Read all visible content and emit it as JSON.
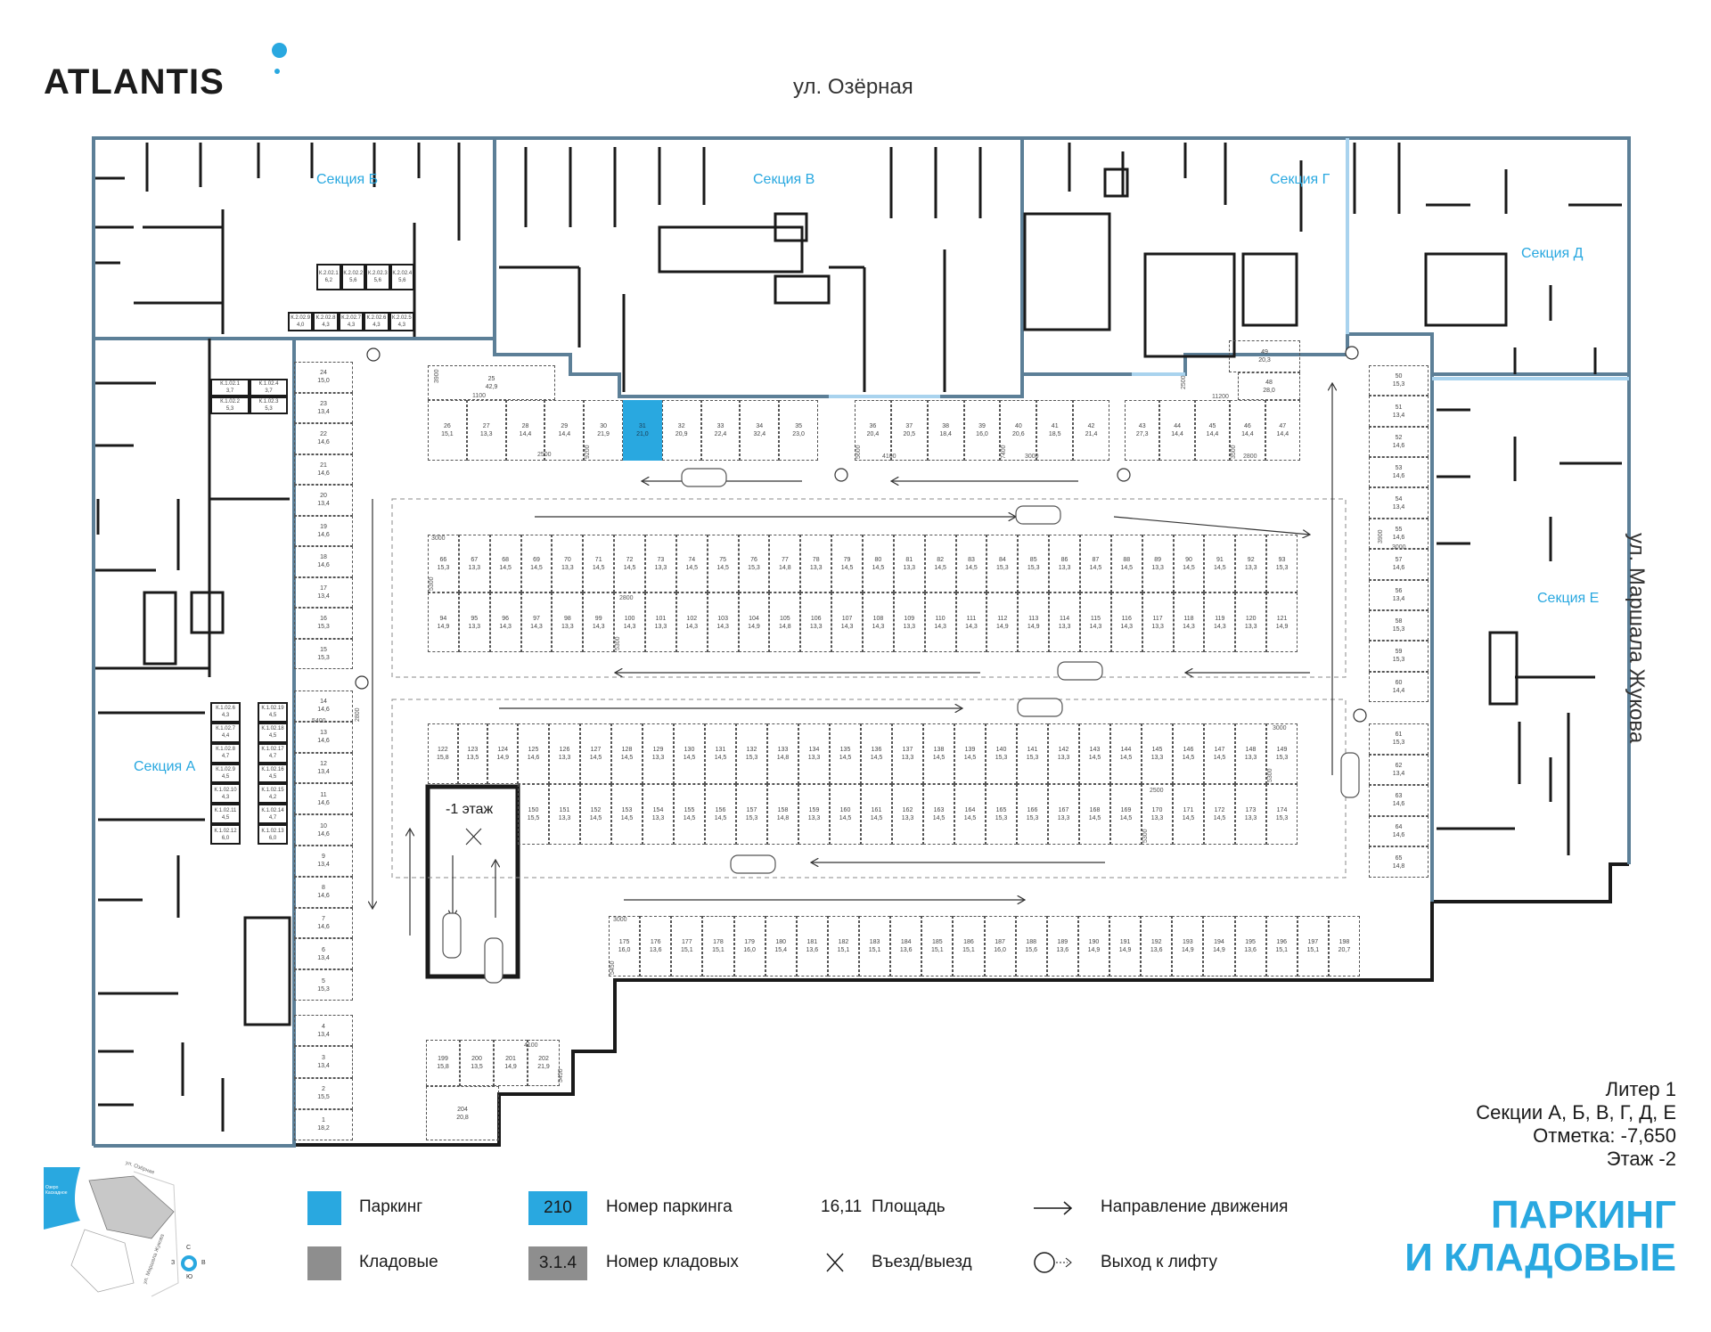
{
  "logo": "ATLANTIS",
  "streets": {
    "north": "ул. Озёрная",
    "east": "ул. Маршала Жукова"
  },
  "sections": [
    "Секция Б",
    "Секция В",
    "Секция Г",
    "Секция Д",
    "Секция Е",
    "Секция А"
  ],
  "ramp_label": "-1 этаж",
  "highlighted_spot": "31",
  "parking": {
    "top_row": [
      [
        "26",
        "15,1"
      ],
      [
        "27",
        "13,3"
      ],
      [
        "28",
        "14,4"
      ],
      [
        "29",
        "14,4"
      ],
      [
        "30",
        "21,9"
      ],
      [
        "31",
        "21,0"
      ],
      [
        "32",
        "20,9"
      ],
      [
        "33",
        "22,4"
      ],
      [
        "34",
        "32,4"
      ],
      [
        "35",
        "23,0"
      ],
      [
        "36",
        "20,4"
      ],
      [
        "37",
        "20,5"
      ],
      [
        "38",
        "18,4"
      ],
      [
        "39",
        "16,0"
      ],
      [
        "40",
        "20,6"
      ],
      [
        "41",
        "18,5"
      ],
      [
        "42",
        "21,4"
      ],
      [
        "43",
        "27,3"
      ],
      [
        "44",
        "14,4"
      ],
      [
        "45",
        "14,4"
      ],
      [
        "46",
        "14,4"
      ],
      [
        "47",
        "14,4"
      ]
    ],
    "singles": [
      [
        "25",
        "42,9"
      ],
      [
        "48",
        "28,0"
      ],
      [
        "49",
        "20,3"
      ],
      [
        "199",
        "15,8"
      ],
      [
        "200",
        "13,5"
      ],
      [
        "201",
        "14,9"
      ],
      [
        "202",
        "21,9"
      ],
      [
        "204",
        "20,8"
      ]
    ],
    "row_66_93": [
      [
        "66",
        "15,3"
      ],
      [
        "67",
        "13,3"
      ],
      [
        "68",
        "14,5"
      ],
      [
        "69",
        "14,5"
      ],
      [
        "70",
        "13,3"
      ],
      [
        "71",
        "14,5"
      ],
      [
        "72",
        "14,5"
      ],
      [
        "73",
        "13,3"
      ],
      [
        "74",
        "14,5"
      ],
      [
        "75",
        "14,5"
      ],
      [
        "76",
        "15,3"
      ],
      [
        "77",
        "14,8"
      ],
      [
        "78",
        "13,3"
      ],
      [
        "79",
        "14,5"
      ],
      [
        "80",
        "14,5"
      ],
      [
        "81",
        "13,3"
      ],
      [
        "82",
        "14,5"
      ],
      [
        "83",
        "14,5"
      ],
      [
        "84",
        "15,3"
      ],
      [
        "85",
        "15,3"
      ],
      [
        "86",
        "13,3"
      ],
      [
        "87",
        "14,5"
      ],
      [
        "88",
        "14,5"
      ],
      [
        "89",
        "13,3"
      ],
      [
        "90",
        "14,5"
      ],
      [
        "91",
        "14,5"
      ],
      [
        "92",
        "13,3"
      ],
      [
        "93",
        "15,3"
      ]
    ],
    "row_94_121": [
      [
        "94",
        "14,9"
      ],
      [
        "95",
        "13,3"
      ],
      [
        "96",
        "14,3"
      ],
      [
        "97",
        "14,3"
      ],
      [
        "98",
        "13,3"
      ],
      [
        "99",
        "14,3"
      ],
      [
        "100",
        "14,3"
      ],
      [
        "101",
        "13,3"
      ],
      [
        "102",
        "14,3"
      ],
      [
        "103",
        "14,3"
      ],
      [
        "104",
        "14,9"
      ],
      [
        "105",
        "14,8"
      ],
      [
        "106",
        "13,3"
      ],
      [
        "107",
        "14,3"
      ],
      [
        "108",
        "14,3"
      ],
      [
        "109",
        "13,3"
      ],
      [
        "110",
        "14,3"
      ],
      [
        "111",
        "14,3"
      ],
      [
        "112",
        "14,9"
      ],
      [
        "113",
        "14,9"
      ],
      [
        "114",
        "13,3"
      ],
      [
        "115",
        "14,3"
      ],
      [
        "116",
        "14,3"
      ],
      [
        "117",
        "13,3"
      ],
      [
        "118",
        "14,3"
      ],
      [
        "119",
        "14,3"
      ],
      [
        "120",
        "13,3"
      ],
      [
        "121",
        "14,9"
      ]
    ],
    "row_122_149": [
      [
        "122",
        "15,8"
      ],
      [
        "123",
        "13,5"
      ],
      [
        "124",
        "14,9"
      ],
      [
        "125",
        "14,6"
      ],
      [
        "126",
        "13,3"
      ],
      [
        "127",
        "14,5"
      ],
      [
        "128",
        "14,5"
      ],
      [
        "129",
        "13,3"
      ],
      [
        "130",
        "14,5"
      ],
      [
        "131",
        "14,5"
      ],
      [
        "132",
        "15,3"
      ],
      [
        "133",
        "14,8"
      ],
      [
        "134",
        "13,3"
      ],
      [
        "135",
        "14,5"
      ],
      [
        "136",
        "14,5"
      ],
      [
        "137",
        "13,3"
      ],
      [
        "138",
        "14,5"
      ],
      [
        "139",
        "14,5"
      ],
      [
        "140",
        "15,3"
      ],
      [
        "141",
        "15,3"
      ],
      [
        "142",
        "13,3"
      ],
      [
        "143",
        "14,5"
      ],
      [
        "144",
        "14,5"
      ],
      [
        "145",
        "13,3"
      ],
      [
        "146",
        "14,5"
      ],
      [
        "147",
        "14,5"
      ],
      [
        "148",
        "13,3"
      ],
      [
        "149",
        "15,3"
      ]
    ],
    "row_150_174": [
      [
        "150",
        "15,5"
      ],
      [
        "151",
        "13,3"
      ],
      [
        "152",
        "14,5"
      ],
      [
        "153",
        "14,5"
      ],
      [
        "154",
        "13,3"
      ],
      [
        "155",
        "14,5"
      ],
      [
        "156",
        "14,5"
      ],
      [
        "157",
        "15,3"
      ],
      [
        "158",
        "14,8"
      ],
      [
        "159",
        "13,3"
      ],
      [
        "160",
        "14,5"
      ],
      [
        "161",
        "14,5"
      ],
      [
        "162",
        "13,3"
      ],
      [
        "163",
        "14,5"
      ],
      [
        "164",
        "14,5"
      ],
      [
        "165",
        "15,3"
      ],
      [
        "166",
        "15,3"
      ],
      [
        "167",
        "13,3"
      ],
      [
        "168",
        "14,5"
      ],
      [
        "169",
        "14,5"
      ],
      [
        "170",
        "13,3"
      ],
      [
        "171",
        "14,5"
      ],
      [
        "172",
        "14,5"
      ],
      [
        "173",
        "13,3"
      ],
      [
        "174",
        "15,3"
      ]
    ],
    "row_175_198": [
      [
        "175",
        "16,0"
      ],
      [
        "176",
        "13,6"
      ],
      [
        "177",
        "15,1"
      ],
      [
        "178",
        "15,1"
      ],
      [
        "179",
        "16,0"
      ],
      [
        "180",
        "15,4"
      ],
      [
        "181",
        "13,6"
      ],
      [
        "182",
        "15,1"
      ],
      [
        "183",
        "15,1"
      ],
      [
        "184",
        "13,6"
      ],
      [
        "185",
        "15,1"
      ],
      [
        "186",
        "15,1"
      ],
      [
        "187",
        "16,0"
      ],
      [
        "188",
        "15,6"
      ],
      [
        "189",
        "13,6"
      ],
      [
        "190",
        "14,9"
      ],
      [
        "191",
        "14,9"
      ],
      [
        "192",
        "13,6"
      ],
      [
        "193",
        "14,9"
      ],
      [
        "194",
        "14,9"
      ],
      [
        "195",
        "13,6"
      ],
      [
        "196",
        "15,1"
      ],
      [
        "197",
        "15,1"
      ],
      [
        "198",
        "20,7"
      ]
    ],
    "left_column": [
      [
        "24",
        "15,0"
      ],
      [
        "23",
        "13,4"
      ],
      [
        "22",
        "14,6"
      ],
      [
        "21",
        "14,6"
      ],
      [
        "20",
        "13,4"
      ],
      [
        "19",
        "14,6"
      ],
      [
        "18",
        "14,6"
      ],
      [
        "17",
        "13,4"
      ],
      [
        "16",
        "15,3"
      ],
      [
        "15",
        "15,3"
      ],
      [
        "14",
        "14,6"
      ],
      [
        "13",
        "14,6"
      ],
      [
        "12",
        "13,4"
      ],
      [
        "11",
        "14,6"
      ],
      [
        "10",
        "14,6"
      ],
      [
        "9",
        "13,4"
      ],
      [
        "8",
        "14,6"
      ],
      [
        "7",
        "14,6"
      ],
      [
        "6",
        "13,4"
      ],
      [
        "5",
        "15,3"
      ],
      [
        "4",
        "13,4"
      ],
      [
        "3",
        "13,4"
      ],
      [
        "2",
        "15,5"
      ],
      [
        "1",
        "18,2"
      ]
    ],
    "right_column": [
      [
        "50",
        "15,3"
      ],
      [
        "51",
        "13,4"
      ],
      [
        "52",
        "14,6"
      ],
      [
        "53",
        "14,6"
      ],
      [
        "54",
        "13,4"
      ],
      [
        "55",
        "14,6"
      ],
      [
        "57",
        "14,6"
      ],
      [
        "56",
        "13,4"
      ],
      [
        "58",
        "15,3"
      ],
      [
        "59",
        "15,3"
      ],
      [
        "60",
        "14,4"
      ],
      [
        "61",
        "15,3"
      ],
      [
        "62",
        "13,4"
      ],
      [
        "63",
        "14,6"
      ],
      [
        "64",
        "14,6"
      ],
      [
        "65",
        "14,8"
      ]
    ]
  },
  "storage": {
    "k1_top": [
      [
        "К.1.02.1",
        "3,7"
      ],
      [
        "К.1.02.4",
        "3,7"
      ],
      [
        "К.1.02.2",
        "5,3"
      ],
      [
        "К.1.02.3",
        "5,3"
      ]
    ],
    "k1_left": [
      [
        "К.1.02.6",
        "4,3"
      ],
      [
        "К.1.02.7",
        "4,4"
      ],
      [
        "К.1.02.8",
        "4,7"
      ],
      [
        "К.1.02.9",
        "4,5"
      ],
      [
        "К.1.02.10",
        "4,3"
      ],
      [
        "К.1.02.11",
        "4,5"
      ],
      [
        "К.1.02.12",
        "6,0"
      ]
    ],
    "k1_right": [
      [
        "К.1.02.19",
        "4,5"
      ],
      [
        "К.1.02.18",
        "4,5"
      ],
      [
        "К.1.02.17",
        "4,7"
      ],
      [
        "К.1.02.16",
        "4,5"
      ],
      [
        "К.1.02.15",
        "4,2"
      ],
      [
        "К.1.02.14",
        "4,7"
      ],
      [
        "К.1.02.13",
        "6,0"
      ]
    ],
    "k2_top": [
      [
        "К.2.02.1",
        "6,2"
      ],
      [
        "К.2.02.2",
        "5,6"
      ],
      [
        "К.2.02.3",
        "5,6"
      ],
      [
        "К.2.02.4",
        "5,6"
      ]
    ],
    "k2_bottom": [
      [
        "К.2.02.9",
        "4,0"
      ],
      [
        "К.2.02.8",
        "4,3"
      ],
      [
        "К.2.02.7",
        "4,3"
      ],
      [
        "К.2.02.6",
        "4,3"
      ],
      [
        "К.2.02.5",
        "4,3"
      ]
    ]
  },
  "dimensions": [
    "1100",
    "3900",
    "9200",
    "2500",
    "5600",
    "4100",
    "7400",
    "3000",
    "2500",
    "11200",
    "3500",
    "2800",
    "3000",
    "5300",
    "2800",
    "5300",
    "3000",
    "5300",
    "2500",
    "5300",
    "3000",
    "5450",
    "4100",
    "5450",
    "2800",
    "5400",
    "3900",
    "3000"
  ],
  "info": {
    "liter": "Литер 1",
    "sections": "Секции А, Б, В, Г, Д, Е",
    "mark": "Отметка:  -7,650",
    "floor": "Этаж  -2"
  },
  "title": {
    "line1": "ПАРКИНГ",
    "line2": "И КЛАДОВЫЕ"
  },
  "legend": {
    "parking": "Паркинг",
    "storage": "Кладовые",
    "parking_number_sample": "210",
    "parking_number": "Номер паркинга",
    "storage_number_sample": "3.1.4",
    "storage_number": "Номер кладовых",
    "area_sample": "16,11",
    "area": "Площадь",
    "direction": "Направление движения",
    "entry_exit": "Въезд/выезд",
    "lift_exit": "Выход к лифту"
  },
  "minimap": {
    "street_n": "ул. Озёрная",
    "street_e": "ул. Маршала Жукова",
    "lake": "Озеро Каскадное",
    "compass": [
      "С",
      "З",
      "В",
      "Ю"
    ]
  },
  "colors": {
    "parking": "#29a8e0",
    "storage": "#8e8e8e",
    "section_border": "#5c7f97",
    "section_border_light": "#a9d3ee"
  }
}
